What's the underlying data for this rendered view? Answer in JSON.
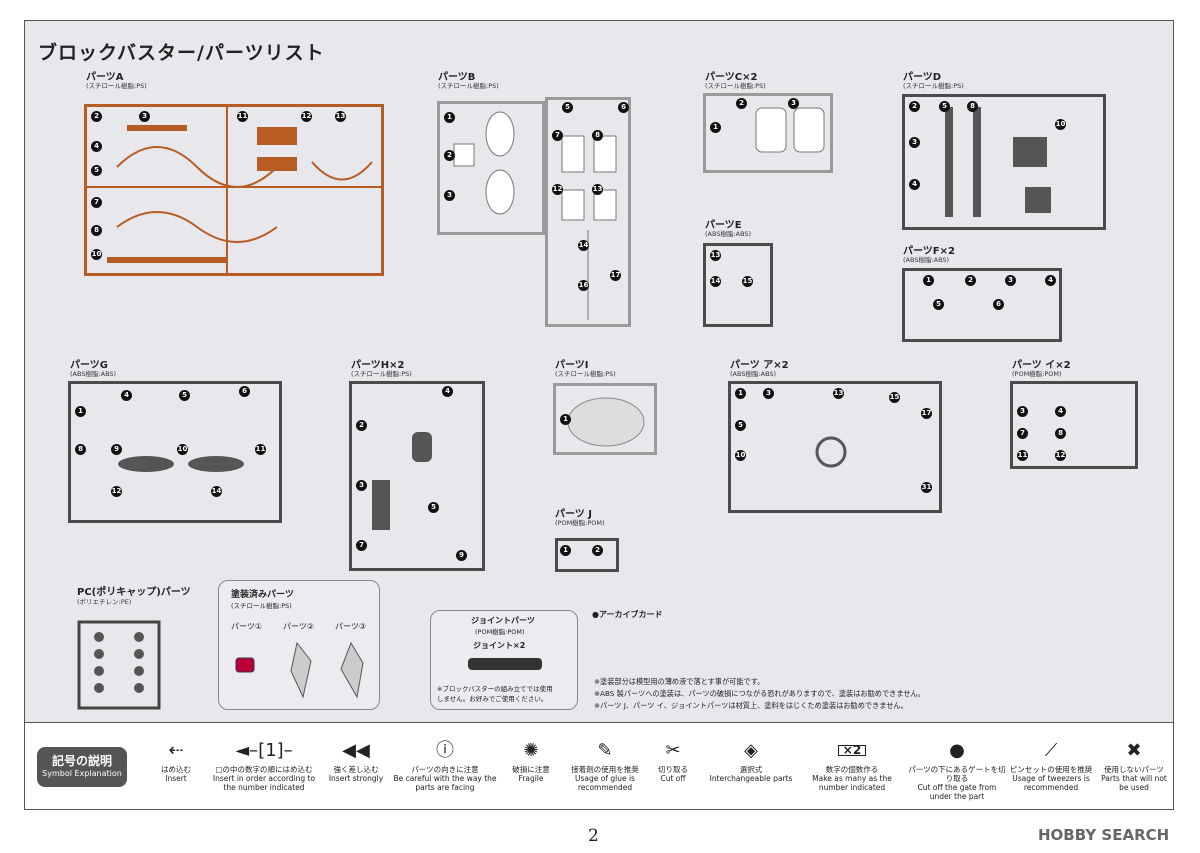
{
  "page_title": "ブロックバスター/パーツリスト",
  "parts": [
    {
      "id": "A",
      "label": "パーツA",
      "material": "(スチロール樹脂:PS)"
    },
    {
      "id": "B",
      "label": "パーツB",
      "material": "(スチロール樹脂:PS)"
    },
    {
      "id": "C",
      "label": "パーツC×2",
      "material": "(スチロール樹脂:PS)"
    },
    {
      "id": "D",
      "label": "パーツD",
      "material": "(スチロール樹脂:PS)"
    },
    {
      "id": "E",
      "label": "パーツE",
      "material": "(ABS樹脂:ABS)"
    },
    {
      "id": "F",
      "label": "パーツF×2",
      "material": "(ABS樹脂:ABS)"
    },
    {
      "id": "G",
      "label": "パーツG",
      "material": "(ABS樹脂:ABS)"
    },
    {
      "id": "H",
      "label": "パーツH×2",
      "material": "(スチロール樹脂:PS)"
    },
    {
      "id": "I",
      "label": "パーツI",
      "material": "(スチロール樹脂:PS)"
    },
    {
      "id": "A2",
      "label": "パーツ ア×2",
      "material": "(ABS樹脂:ABS)"
    },
    {
      "id": "I2",
      "label": "パーツ イ×2",
      "material": "(POM樹脂:POM)"
    },
    {
      "id": "J",
      "label": "パーツ J",
      "material": "(POM樹脂:POM)"
    },
    {
      "id": "PC",
      "label": "PC(ポリキャップ)パーツ",
      "material": "(ポリエチレン:PE)"
    }
  ],
  "painted": {
    "title": "塗装済みパーツ",
    "material": "(スチロール樹脂:PS)",
    "items": [
      "パーツ①",
      "パーツ②",
      "パーツ③"
    ]
  },
  "joint": {
    "title": "ジョイントパーツ",
    "material": "(POM樹脂:POM)",
    "count": "ジョイント×2",
    "note1": "※ブロックバスターの組み立てでは使用",
    "note2": "しません。お好みでご使用ください。"
  },
  "archive_card": "●アーカイブカード",
  "notes": [
    "※塗装部分は模型用の薄め液で落とす事が可能です。",
    "※ABS 製パーツへの塗装は、パーツの破損につながる恐れがありますので、塗装はお勧めできません。",
    "※パーツ J、パーツ イ、ジョイントパーツは材質上、塗料をはじくため塗装はお勧めできません。"
  ],
  "legend": {
    "badge_jp": "記号の説明",
    "badge_en": "Symbol Explanation",
    "items": [
      {
        "icon": "insert-arrow-icon",
        "jp": "はめ込む",
        "en": "Insert"
      },
      {
        "icon": "insert-order-icon",
        "jp": "□の中の数字の順にはめ込む",
        "en": "Insert in order according to the number indicated"
      },
      {
        "icon": "insert-strongly-icon",
        "jp": "強く差し込む",
        "en": "Insert strongly"
      },
      {
        "icon": "caution-icon",
        "jp": "パーツの向きに注意",
        "en": "Be careful with the way the parts are facing"
      },
      {
        "icon": "fragile-icon",
        "jp": "破損に注意",
        "en": "Fragile"
      },
      {
        "icon": "glue-icon",
        "jp": "接着剤の使用を推奨",
        "en": "Usage of glue is recommended"
      },
      {
        "icon": "cut-off-icon",
        "jp": "切り取る",
        "en": "Cut off"
      },
      {
        "icon": "interchangeable-icon",
        "jp": "選択式",
        "en": "Interchangeable parts"
      },
      {
        "icon": "multiply-icon",
        "jp": "数字の個数作る",
        "en": "Make as many as the number indicated"
      },
      {
        "icon": "gate-cut-icon",
        "jp": "パーツの下にあるゲートを切り取る",
        "en": "Cut off the gate from under the part"
      },
      {
        "icon": "tweezers-icon",
        "jp": "ピンセットの使用を推奨",
        "en": "Usage of tweezers is recommended"
      },
      {
        "icon": "not-used-icon",
        "jp": "使用しないパーツ",
        "en": "Parts that will not be used"
      }
    ]
  },
  "page_number": "2",
  "brand": "HOBBY SEARCH",
  "symbol_x2": "×2"
}
